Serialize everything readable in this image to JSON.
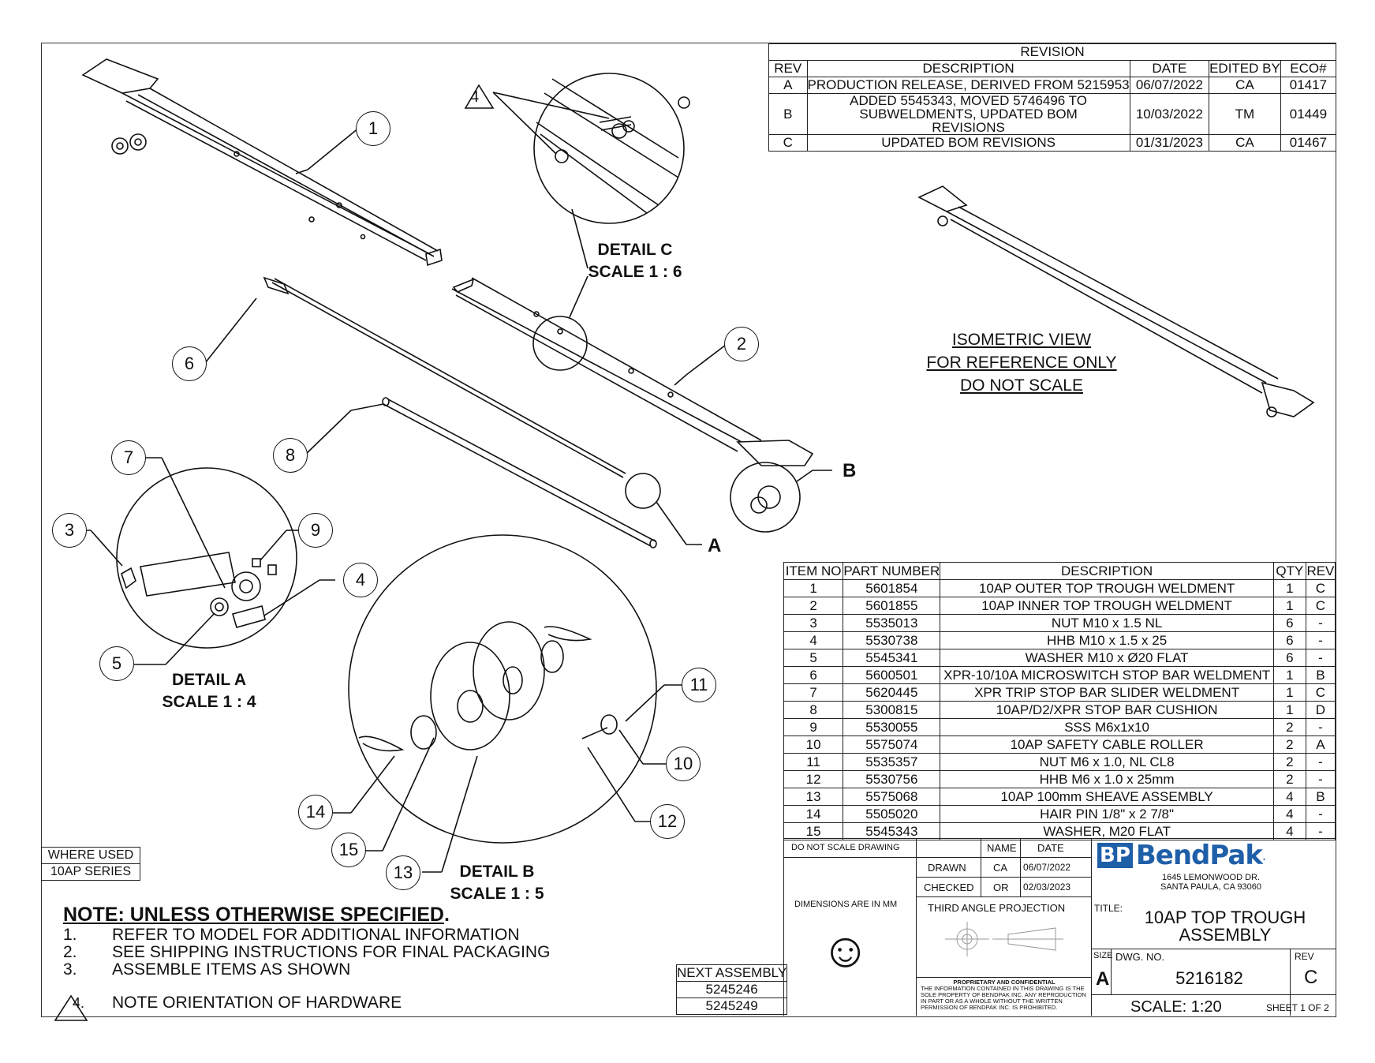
{
  "revision": {
    "title": "REVISION",
    "headers": [
      "REV",
      "DESCRIPTION",
      "DATE",
      "EDITED BY",
      "ECO#"
    ],
    "rows": [
      [
        "A",
        "PRODUCTION RELEASE, DERIVED FROM 5215953",
        "06/07/2022",
        "CA",
        "01417"
      ],
      [
        "B",
        "ADDED 5545343, MOVED 5746496 TO SUBWELDMENTS, UPDATED BOM REVISIONS",
        "10/03/2022",
        "TM",
        "01449"
      ],
      [
        "C",
        "UPDATED BOM REVISIONS",
        "01/31/2023",
        "CA",
        "01467"
      ]
    ]
  },
  "bom": {
    "headers": [
      "ITEM NO",
      "PART NUMBER",
      "DESCRIPTION",
      "QTY",
      "REV"
    ],
    "rows": [
      [
        "1",
        "5601854",
        "10AP OUTER TOP TROUGH WELDMENT",
        "1",
        "C"
      ],
      [
        "2",
        "5601855",
        "10AP INNER TOP TROUGH WELDMENT",
        "1",
        "C"
      ],
      [
        "3",
        "5535013",
        "NUT M10 x 1.5 NL",
        "6",
        "-"
      ],
      [
        "4",
        "5530738",
        "HHB M10 x 1.5 x 25",
        "6",
        "-"
      ],
      [
        "5",
        "5545341",
        "WASHER M10 x Ø20 FLAT",
        "6",
        "-"
      ],
      [
        "6",
        "5600501",
        "XPR-10/10A MICROSWITCH STOP BAR WELDMENT",
        "1",
        "B"
      ],
      [
        "7",
        "5620445",
        "XPR TRIP STOP BAR SLIDER WELDMENT",
        "1",
        "C"
      ],
      [
        "8",
        "5300815",
        "10AP/D2/XPR STOP BAR CUSHION",
        "1",
        "D"
      ],
      [
        "9",
        "5530055",
        "SSS M6x1x10",
        "2",
        "-"
      ],
      [
        "10",
        "5575074",
        "10AP SAFETY CABLE ROLLER",
        "2",
        "A"
      ],
      [
        "11",
        "5535357",
        "NUT M6 x 1.0, NL CL8",
        "2",
        "-"
      ],
      [
        "12",
        "5530756",
        "HHB M6 x 1.0 x 25mm",
        "2",
        "-"
      ],
      [
        "13",
        "5575068",
        "10AP 100mm SHEAVE ASSEMBLY",
        "4",
        "B"
      ],
      [
        "14",
        "5505020",
        "HAIR PIN 1/8\" x 2 7/8\"",
        "4",
        "-"
      ],
      [
        "15",
        "5545343",
        "WASHER, M20 FLAT",
        "4",
        "-"
      ]
    ]
  },
  "callouts": {
    "c1": "1",
    "c2": "2",
    "c3": "3",
    "c4": "4",
    "c5": "5",
    "c6": "6",
    "c7": "7",
    "c8": "8",
    "c9": "9",
    "c10": "10",
    "c11": "11",
    "c12": "12",
    "c13": "13",
    "c14": "14",
    "c15": "15",
    "note4": "4"
  },
  "details": {
    "c_title": "DETAIL C",
    "c_scale": "SCALE 1 : 6",
    "a_title": "DETAIL A",
    "a_scale": "SCALE 1 : 4",
    "b_title": "DETAIL B",
    "b_scale": "SCALE 1 : 5",
    "letter_a": "A",
    "letter_b": "B"
  },
  "iso_note": [
    "ISOMETRIC VIEW",
    "FOR REFERENCE ONLY",
    "DO NOT SCALE"
  ],
  "notes": {
    "heading": "NOTE: UNLESS OTHERWISE SPECIFIED",
    "heading_suffix": ".",
    "items": [
      {
        "num": "1.",
        "text": "REFER TO MODEL FOR ADDITIONAL INFORMATION"
      },
      {
        "num": "2.",
        "text": "SEE SHIPPING INSTRUCTIONS FOR FINAL PACKAGING"
      },
      {
        "num": "3.",
        "text": "ASSEMBLE ITEMS AS SHOWN"
      },
      {
        "num": "4.",
        "text": "NOTE ORIENTATION OF HARDWARE"
      }
    ]
  },
  "where_used": {
    "label": "WHERE USED",
    "value": "10AP SERIES"
  },
  "next_assembly": {
    "label": "NEXT ASSEMBLY",
    "values": [
      "5245246",
      "5245249"
    ]
  },
  "title_block": {
    "do_not_scale": "DO NOT SCALE DRAWING",
    "name_hdr": "NAME",
    "date_hdr": "DATE",
    "drawn_label": "DRAWN",
    "drawn_name": "CA",
    "drawn_date": "06/07/2022",
    "checked_label": "CHECKED",
    "checked_name": "OR",
    "checked_date": "02/03/2023",
    "dimensions": "DIMENSIONS ARE IN MM",
    "projection": "THIRD ANGLE PROJECTION",
    "proprietary_title": "PROPRIETARY AND CONFIDENTIAL",
    "proprietary_text": "THE INFORMATION CONTAINED IN THIS DRAWING IS THE SOLE PROPERTY OF BENDPAK INC. ANY REPRODUCTION IN PART OR AS A WHOLE WITHOUT THE WRITTEN PERMISSION OF BENDPAK INC. IS PROHIBITED.",
    "logo_bp": "BP",
    "logo_text": "BendPak",
    "logo_mark": ".",
    "address1": "1645 LEMONWOOD DR.",
    "address2": "SANTA PAULA, CA 93060",
    "title_label": "TITLE:",
    "title_line1": "10AP TOP TROUGH",
    "title_line2": "ASSEMBLY",
    "size_label": "SIZE",
    "size": "A",
    "dwg_label": "DWG.  NO.",
    "dwg_no": "5216182",
    "rev_label": "REV",
    "rev": "C",
    "scale": "SCALE: 1:20",
    "sheet": "SHEET 1 OF 2",
    "smiley": "☺"
  },
  "colors": {
    "logo_blue": "#1f5fa8",
    "ink": "#111111"
  }
}
